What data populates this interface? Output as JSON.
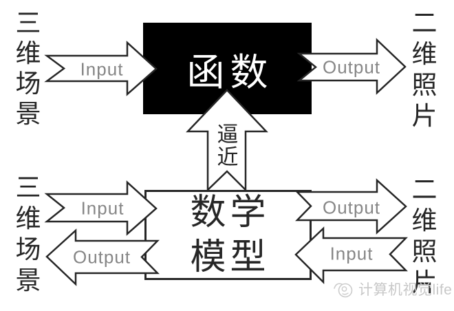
{
  "colors": {
    "background": "#ffffff",
    "ink": "#262626",
    "function_box_bg": "#000000",
    "function_box_text": "#ffffff",
    "io_label_gray": "#868686",
    "watermark_gray": "#c8c8c8"
  },
  "top": {
    "left_col": [
      "三",
      "维",
      "场",
      "景"
    ],
    "input_label": "Input",
    "function_box_text": "函数",
    "output_label": "Output",
    "right_col": [
      "二",
      "维",
      "照",
      "片"
    ]
  },
  "middle": {
    "approx_col": [
      "逼",
      "近"
    ]
  },
  "bottom": {
    "left_col": [
      "三",
      "维",
      "场",
      "景"
    ],
    "input_label": "Input",
    "output_label": "Output",
    "model_box_lines": [
      "数学",
      "模型"
    ],
    "right_output_label": "Output",
    "right_input_label": "Input",
    "right_col": [
      "二",
      "维",
      "照",
      "片"
    ]
  },
  "watermark": {
    "text": "计算机视觉life"
  }
}
